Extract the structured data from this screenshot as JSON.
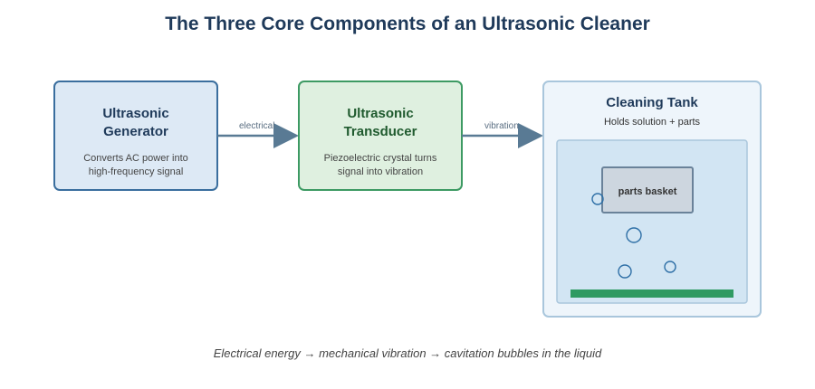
{
  "title": "The Three Core Components of an Ultrasonic Cleaner",
  "colors": {
    "generator_fill": "#dde9f5",
    "generator_stroke": "#3a6e9e",
    "generator_text": "#1f3a5a",
    "transducer_fill": "#dff0e0",
    "transducer_stroke": "#3d9a63",
    "transducer_text": "#1f5a2e",
    "tank_fill": "#eef5fb",
    "tank_stroke": "#a9c6dc",
    "liquid_fill": "#d2e5f3",
    "basket_fill": "#cdd6df",
    "basket_stroke": "#6a8299",
    "transducer_plate": "#2f9a62",
    "arrow": "#597a94",
    "bubble_stroke": "#2e6fa6"
  },
  "generator": {
    "title_line1": "Ultrasonic",
    "title_line2": "Generator",
    "desc_line1": "Converts AC power into",
    "desc_line2": "high-frequency signal"
  },
  "transducer": {
    "title_line1": "Ultrasonic",
    "title_line2": "Transducer",
    "desc_line1": "Piezoelectric crystal turns",
    "desc_line2": "signal into vibration"
  },
  "tank": {
    "title": "Cleaning Tank",
    "subtitle": "Holds solution + parts",
    "basket_label": "parts basket"
  },
  "edges": {
    "generator_to_transducer": "electrical",
    "transducer_to_tank": "vibration"
  },
  "caption": "Electrical energy → mechanical vibration → cavitation bubbles in the liquid"
}
